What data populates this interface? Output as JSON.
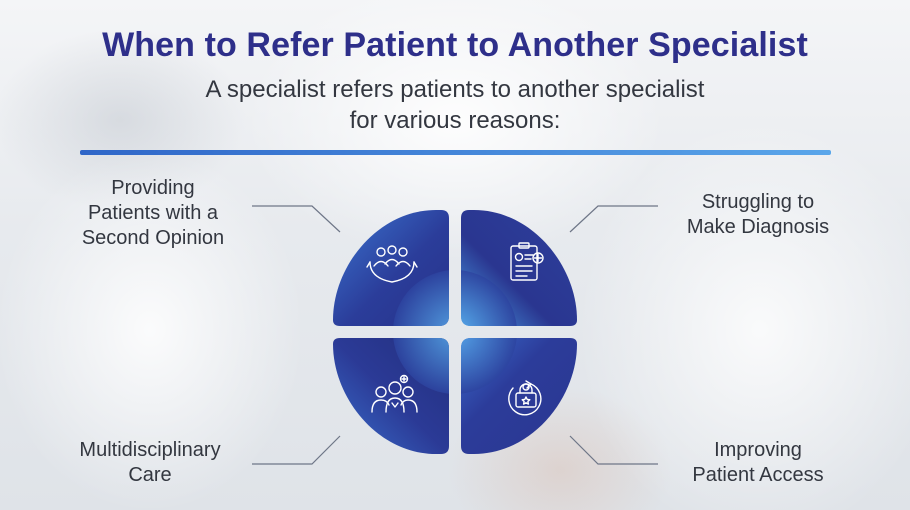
{
  "header": {
    "title": "When to Refer Patient to Another Specialist",
    "subtitle_lines": [
      "A specialist refers patients to another specialist",
      "for various reasons:"
    ]
  },
  "reasons": [
    {
      "position": "top-left",
      "lines": [
        "Providing",
        "Patients with a",
        "Second Opinion"
      ],
      "icon": "team-hands-icon"
    },
    {
      "position": "top-right",
      "lines": [
        "Struggling to",
        "Make Diagnosis"
      ],
      "icon": "medical-chart-icon"
    },
    {
      "position": "bottom-left",
      "lines": [
        "Multidisciplinary",
        "Care"
      ],
      "icon": "doctors-group-icon"
    },
    {
      "position": "bottom-right",
      "lines": [
        "Improving",
        "Patient Access"
      ],
      "icon": "access-lock-icon"
    }
  ],
  "colors": {
    "title": "#2e2f8a",
    "petal_dark": "#2a3690",
    "petal_light": "#3d7fd8",
    "accent_line": "#3f7fd6"
  }
}
